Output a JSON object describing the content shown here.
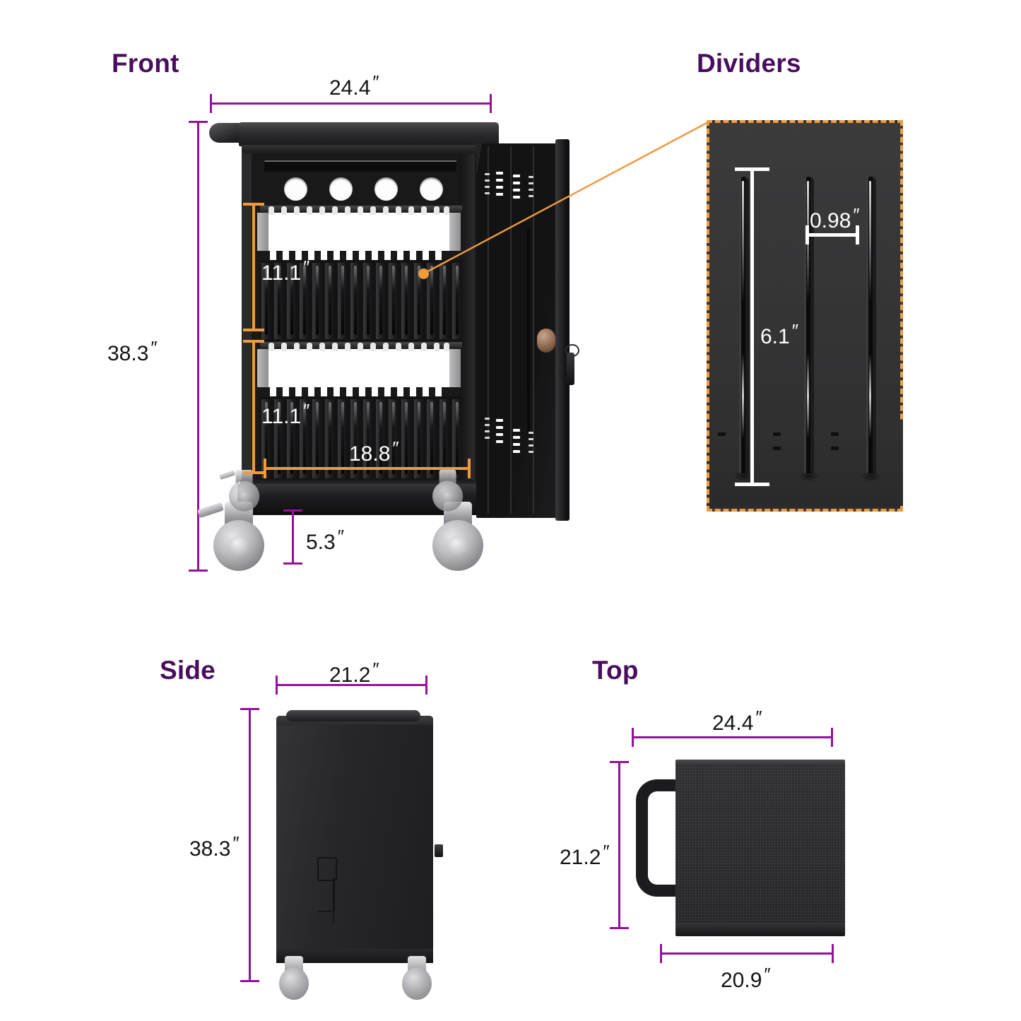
{
  "product": "tablet charging cart dimension diagram",
  "views": [
    {
      "id": "front",
      "title": "Front"
    },
    {
      "id": "dividers",
      "title": "Dividers"
    },
    {
      "id": "side",
      "title": "Side"
    },
    {
      "id": "top",
      "title": "Top"
    }
  ],
  "front": {
    "title": "Front",
    "dimensions": {
      "width": "24.4",
      "height": "38.3",
      "upper_bay_height": "11.1",
      "lower_bay_height": "11.1",
      "interior_width": "18.8",
      "caster_height": "5.3"
    },
    "unit": "″"
  },
  "dividers": {
    "title": "Dividers",
    "dimensions": {
      "slot_spacing": "0.98",
      "divider_height": "6.1"
    },
    "unit": "″",
    "callout_color": "#F09A3E"
  },
  "side": {
    "title": "Side",
    "dimensions": {
      "depth": "21.2",
      "height": "38.3"
    },
    "unit": "″"
  },
  "top": {
    "title": "Top",
    "dimensions": {
      "width": "24.4",
      "depth": "21.2",
      "body_depth": "20.9"
    },
    "unit": "″"
  },
  "labels": {
    "front_width": "24.4",
    "front_height": "38.3",
    "front_bay_upper": "11.1",
    "front_bay_lower": "11.1",
    "front_interior_width": "18.8",
    "front_caster": "5.3",
    "div_spacing": "0.98",
    "div_height": "6.1",
    "side_depth": "21.2",
    "side_height": "38.3",
    "top_width": "24.4",
    "top_depth": "21.2",
    "top_body_depth": "20.9"
  },
  "colors": {
    "title_purple": "#4A0D5E",
    "dimension_magenta": "#94119A",
    "callout_orange": "#F09A3E",
    "dimension_white": "#FFFFFF",
    "text_black": "#141414",
    "background": "#FFFFFF",
    "product_black": "#1A1A1C"
  },
  "unit_symbol": "″"
}
